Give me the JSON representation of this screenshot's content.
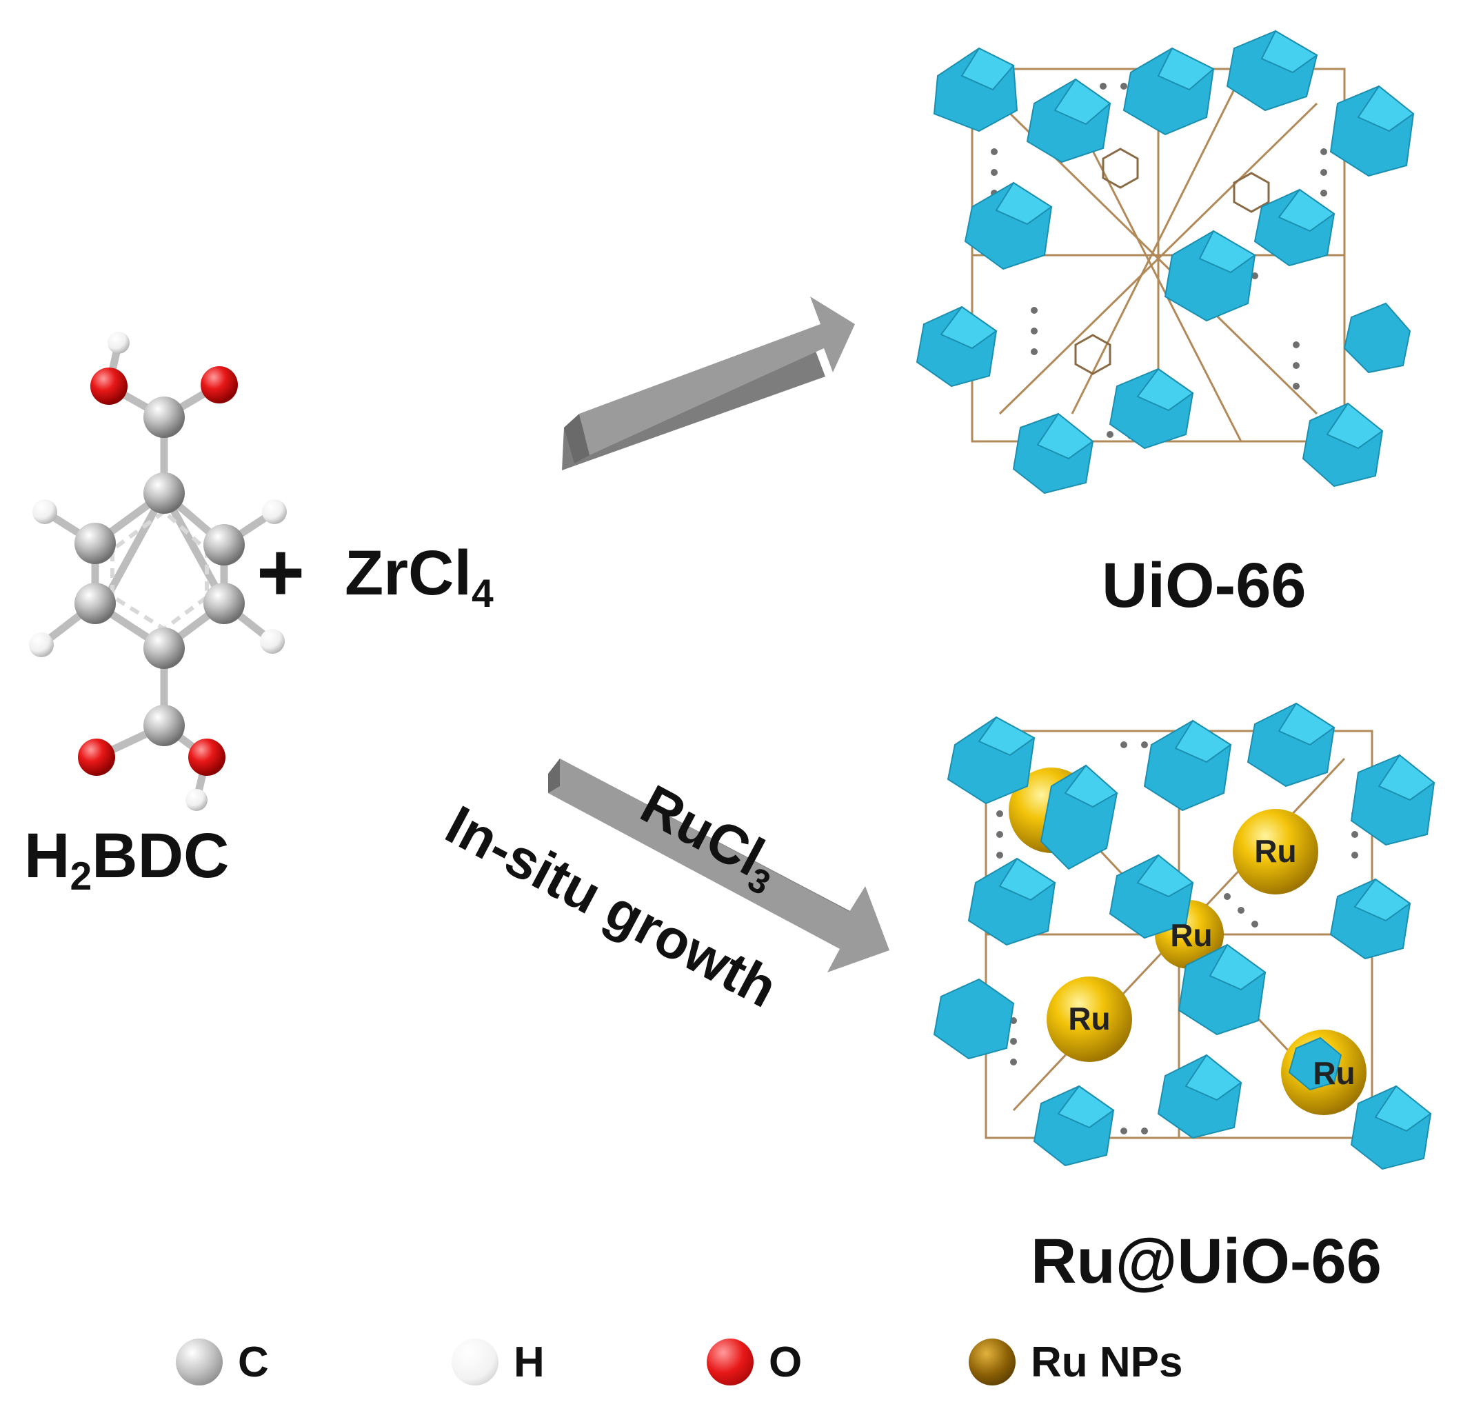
{
  "reactants": {
    "linker_name": "H",
    "linker_sub": "2",
    "linker_rest": "BDC",
    "plus": "+",
    "metal_main": "ZrCl",
    "metal_sub": "4"
  },
  "products": {
    "top": "UiO-66",
    "bottom": "Ru@UiO-66"
  },
  "arrow_bottom": {
    "reagent_main": "RuCl",
    "reagent_sub": "3",
    "condition": "In-situ growth"
  },
  "ru_label": "Ru",
  "legend": [
    {
      "label": "C",
      "color": "#9e9e9e"
    },
    {
      "label": "H",
      "color": "#f2f2f2"
    },
    {
      "label": "O",
      "color": "#e01010"
    },
    {
      "label": "Ru NPs",
      "color": "#7a5400"
    }
  ],
  "colors": {
    "polyhedra": "#29b6d9",
    "arrow": "#9b9b9b",
    "carbon": "#9e9e9e",
    "oxygen": "#e01010",
    "hydrogen": "#f2f2f2",
    "ruthenium": "#f2c200"
  }
}
